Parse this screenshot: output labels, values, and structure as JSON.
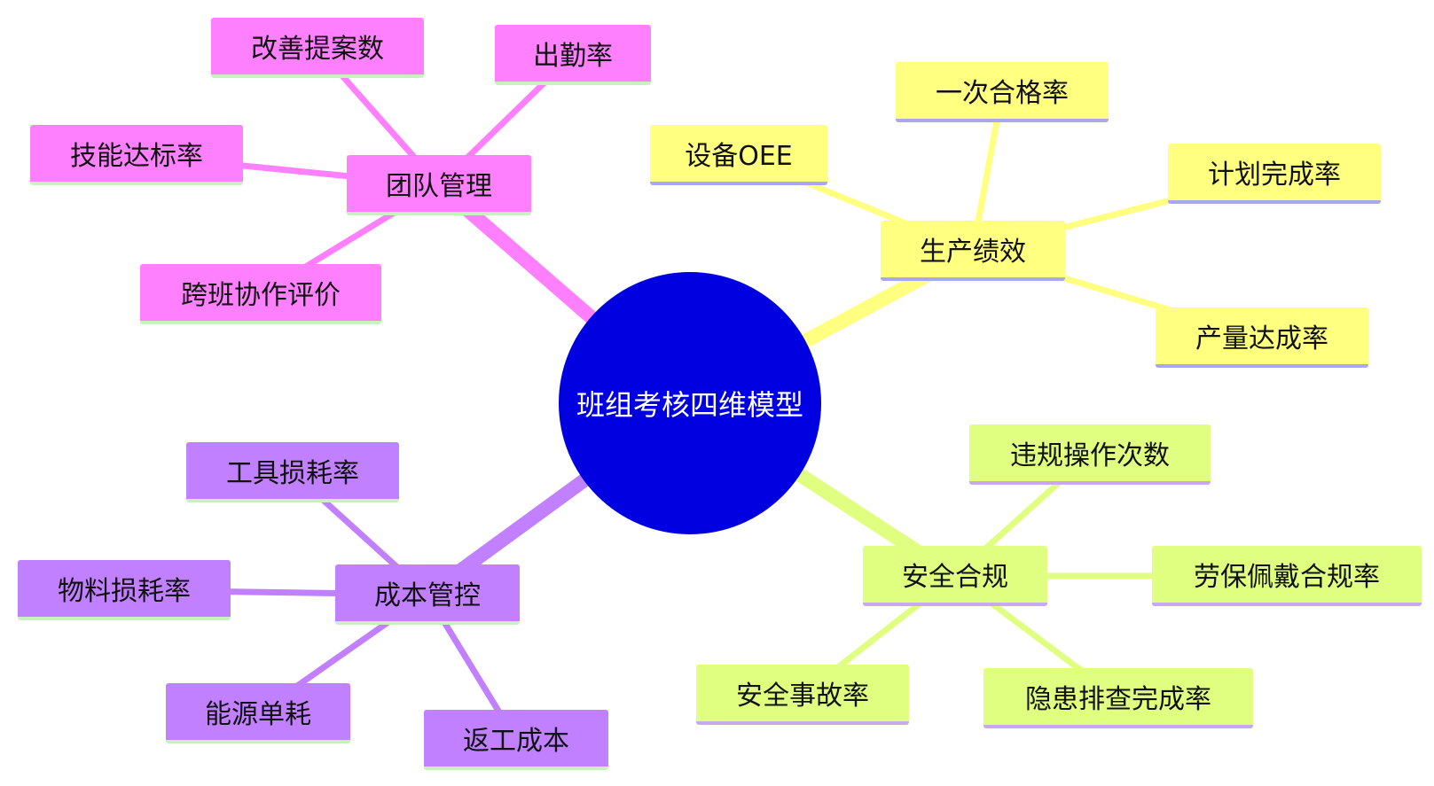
{
  "center": {
    "label": "班组考核四维模型",
    "color": "#0000e0"
  },
  "branches": [
    {
      "id": "team",
      "label": "团队管理",
      "color": "#ff80ff",
      "underline": "#c8f0c0",
      "children": [
        "改善提案数",
        "出勤率",
        "技能达标率",
        "跨班协作评价"
      ]
    },
    {
      "id": "production",
      "label": "生产绩效",
      "color": "#ffff80",
      "underline": "#a8a8f0",
      "children": [
        "设备OEE",
        "一次合格率",
        "计划完成率",
        "产量达成率"
      ]
    },
    {
      "id": "cost",
      "label": "成本管控",
      "color": "#c080ff",
      "underline": "#c8f0c0",
      "children": [
        "工具损耗率",
        "物料损耗率",
        "能源单耗",
        "返工成本"
      ]
    },
    {
      "id": "safety",
      "label": "安全合规",
      "color": "#e0ff80",
      "underline": "#c8a8f0",
      "children": [
        "违规操作次数",
        "劳保佩戴合规率",
        "安全事故率",
        "隐患排查完成率"
      ]
    }
  ]
}
